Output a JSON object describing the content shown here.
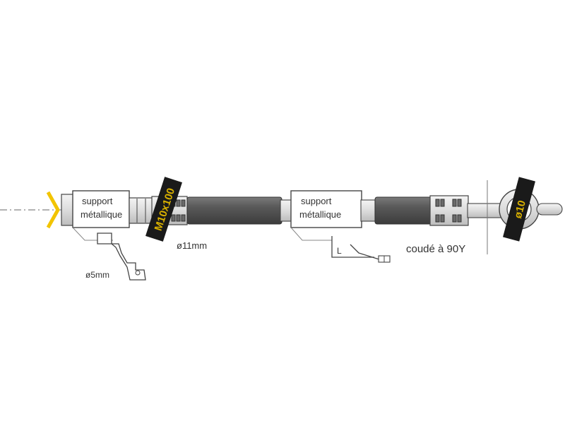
{
  "labels": {
    "support_left_line1": "support",
    "support_left_line2": "métallique",
    "support_mid_line1": "support",
    "support_mid_line2": "métallique",
    "thread_tag": "M10x100",
    "hose_diameter": "ø11mm",
    "bracket_hole": "ø5mm",
    "bracket_letter": "L",
    "bend_note": "coudé à 90Y",
    "eye_tag": "ø10"
  },
  "colors": {
    "hose": "#555555",
    "outline": "#444444",
    "tag_band": "#1a1a1a",
    "tag_text": "#d8b000",
    "arrow": "#f2c400",
    "center_line": "#9a9a9a"
  }
}
